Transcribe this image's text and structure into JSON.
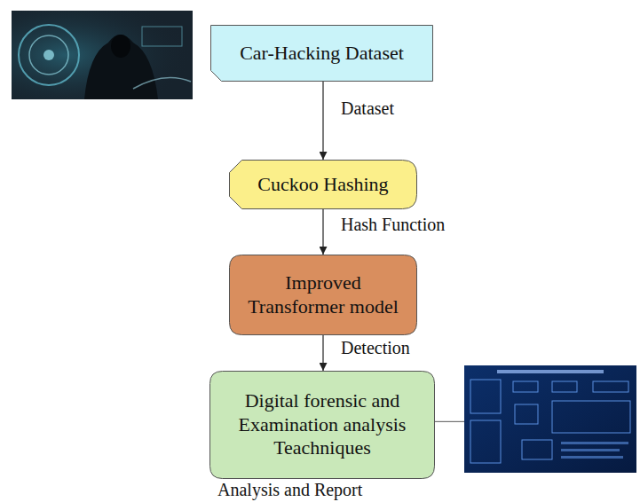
{
  "diagram": {
    "nodes": [
      {
        "text": [
          "Car-Hacking Dataset"
        ]
      },
      {
        "text": [
          "Cuckoo Hashing"
        ]
      },
      {
        "text": [
          "Improved Transformer model"
        ]
      },
      {
        "text": [
          "Digital forensic and Examination analysis Teachniques"
        ]
      }
    ],
    "edges": [
      {
        "from": 0,
        "to": 1,
        "label": "Dataset",
        "arrow": "to"
      },
      {
        "from": 1,
        "to": 2,
        "label": "Hash Function",
        "arrow": "to"
      },
      {
        "from": 2,
        "to": 3,
        "label": "Detection",
        "arrow": "to"
      }
    ],
    "labels": [
      "Analysis and Report"
    ]
  }
}
